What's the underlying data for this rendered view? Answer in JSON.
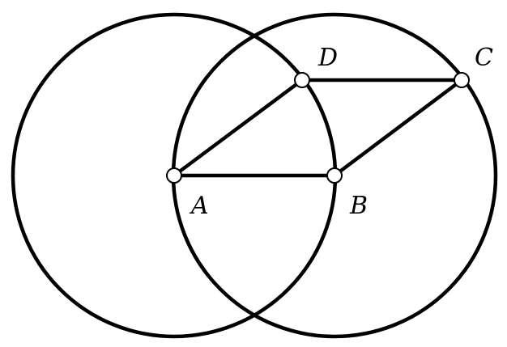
{
  "diagram": {
    "points": {
      "A": {
        "label": "A"
      },
      "B": {
        "label": "B"
      },
      "C": {
        "label": "C"
      },
      "D": {
        "label": "D"
      }
    },
    "stroke_color": "#000000",
    "point_fill": "#ffffff"
  }
}
